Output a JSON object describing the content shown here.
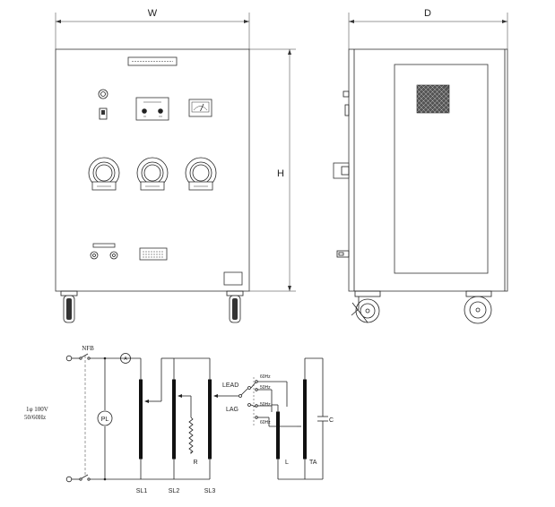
{
  "dimensions": {
    "width_label": "W",
    "depth_label": "D",
    "height_label": "H"
  },
  "schematic": {
    "breaker_label": "NFB",
    "supply_phase": "1φ 100V",
    "supply_freq": "50/60Hz",
    "pilot_lamp": "PL",
    "meter": "A",
    "lead_label": "LEAD",
    "lag_label": "LAG",
    "tap_labels": [
      "60Hz",
      "50Hz",
      "50Hz",
      "60Hz"
    ],
    "resistor": "R",
    "inductor": "L",
    "transformer_ta": "TA",
    "capacitor": "C",
    "slides": [
      "SL1",
      "SL2",
      "SL3"
    ]
  }
}
